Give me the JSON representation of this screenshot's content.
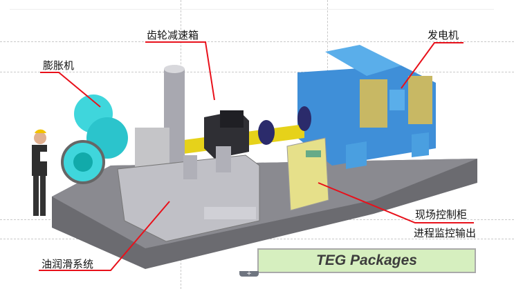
{
  "labels": {
    "gearbox": "齿轮减速箱",
    "expander": "膨胀机",
    "generator": "发电机",
    "control_cabinet": "现场控制柜",
    "process_monitor": "进程监控输出",
    "lube_system": "油润滑系统"
  },
  "title_box": "TEG Packages",
  "add_tab": "+",
  "colors": {
    "leader_line": "#e8101a",
    "generator": "#4a9fe0",
    "cabinet": "#e6e08a",
    "expander": "#3fd6dc",
    "title_fill": "#d6efbf"
  }
}
